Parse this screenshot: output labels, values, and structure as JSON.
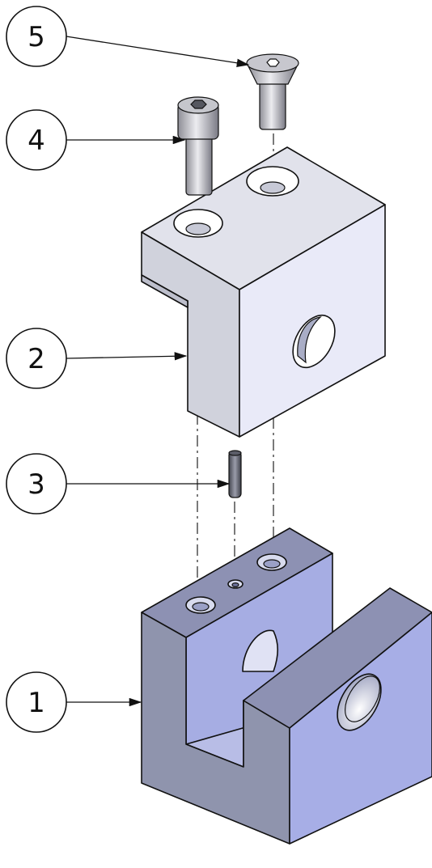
{
  "balloons": [
    {
      "id": "5",
      "label": "5"
    },
    {
      "id": "4",
      "label": "4"
    },
    {
      "id": "2",
      "label": "2"
    },
    {
      "id": "3",
      "label": "3"
    },
    {
      "id": "1",
      "label": "1"
    }
  ],
  "colors": {
    "base_top": "#8c90b4",
    "base_front": "#8f94ad",
    "base_right": "#a7aee6",
    "bracket_top": "#e0e1ea",
    "bracket_front": "#d0d2dc",
    "bracket_right": "#e9eaf8",
    "screw_metal": "#c9c9cf",
    "pin_metal": "#6b6d7a"
  },
  "icons": [
    "balloon-callout",
    "leader-arrow",
    "centerline"
  ]
}
